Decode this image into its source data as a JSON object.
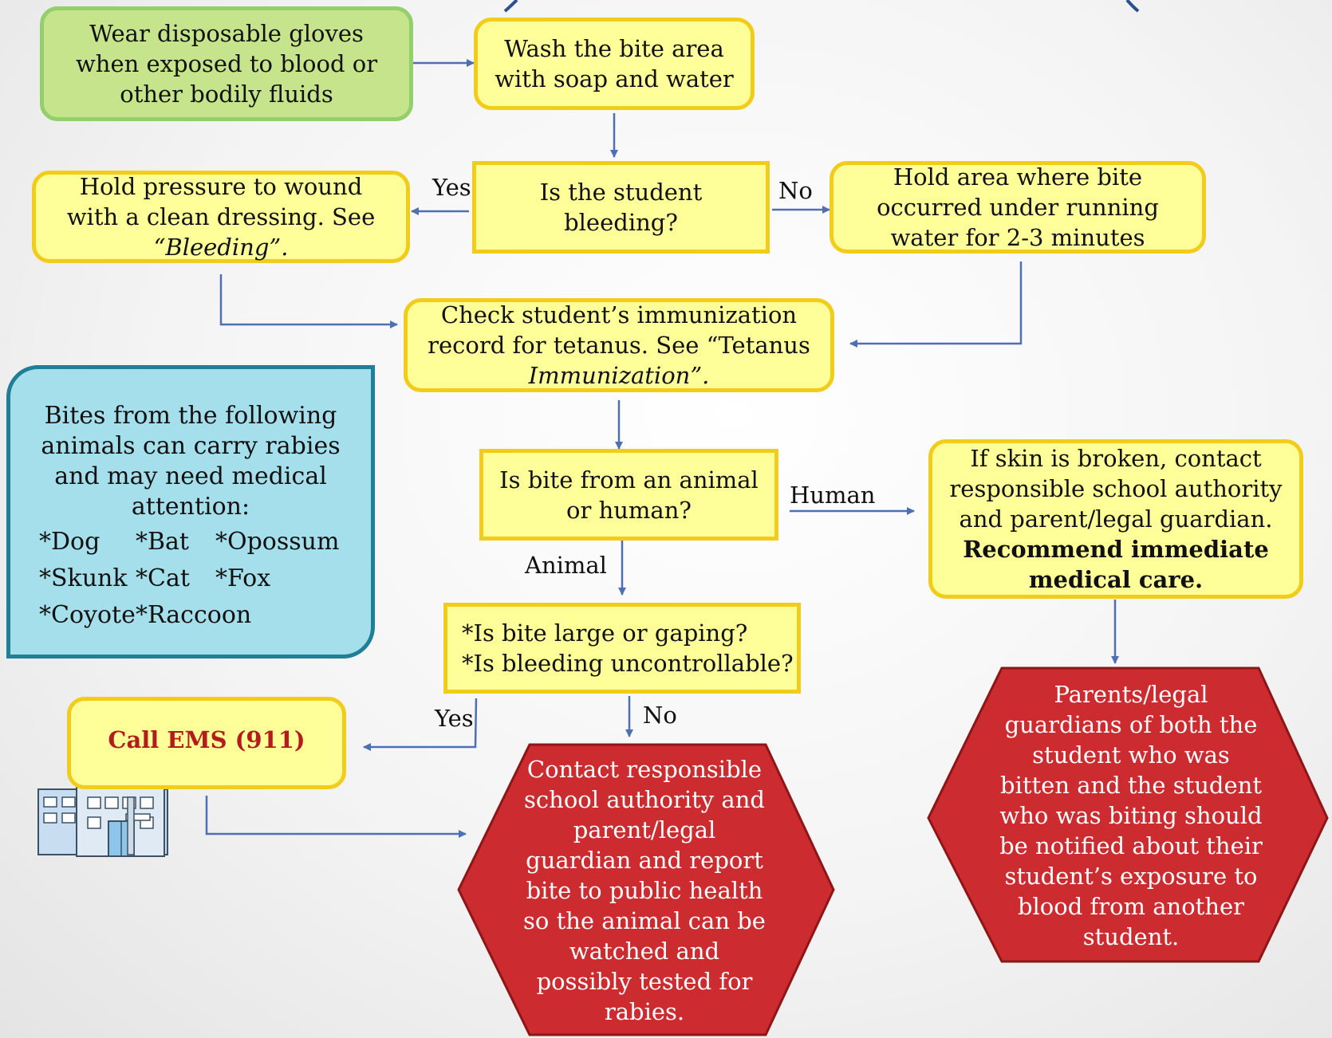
{
  "nodes": {
    "gloves": [
      "Wear disposable gloves",
      "when exposed to blood or",
      "other bodily fluids"
    ],
    "wash": [
      "Wash the bite area",
      "with soap and water"
    ],
    "bleeding_question": [
      "Is the student",
      "bleeding?"
    ],
    "pressure": [
      "Hold pressure to wound",
      "with a clean dressing.  See",
      "“Bleeding”."
    ],
    "running_water": [
      "Hold area where bite",
      "occurred under running",
      "water for 2-3 minutes"
    ],
    "immunization": [
      "Check student’s immunization",
      "record for tetanus.  See “Tetanus",
      "Immunization”."
    ],
    "animal_or_human": [
      "Is bite from an animal",
      "or human?"
    ],
    "human_action": [
      "If skin is broken, contact",
      "responsible school authority",
      "and parent/legal guardian.",
      "Recommend immediate",
      "medical care."
    ],
    "large_bite": [
      "*Is bite large or gaping?",
      "*Is bleeding uncontrollable?"
    ],
    "call_ems": "Call EMS (911)",
    "contact_report": [
      "Contact responsible",
      "school authority and",
      "parent/legal",
      "guardian and report",
      "bite to public health",
      "so the animal can be",
      "watched and",
      "possibly tested for",
      "rabies."
    ],
    "parents_notified": [
      "Parents/legal",
      "guardians of both the",
      "student who was",
      "bitten and the student",
      "who was biting should",
      "be notified about their",
      "student’s exposure to",
      "blood from another",
      "student."
    ]
  },
  "rabies_note": {
    "intro": [
      "Bites from the following",
      "animals can carry rabies",
      "and may need medical",
      "attention:"
    ],
    "animals": [
      "*Dog",
      "*Bat",
      "*Opossum",
      "*Skunk",
      "*Cat",
      "*Fox",
      "*Coyote",
      "*Raccoon"
    ]
  },
  "edge_labels": {
    "yes_1": "Yes",
    "no_1": "No",
    "human": "Human",
    "animal": "Animal",
    "yes_2": "Yes",
    "no_2": "No"
  },
  "icons": [
    "hospital-icon"
  ],
  "colors": {
    "yellow_fill": "#ffff99",
    "yellow_border": "#f2cc1a",
    "green_fill": "#c5e48c",
    "blue_fill": "#a5dfec",
    "blue_border": "#1f7f96",
    "red_fill": "#cc2b2f",
    "arrow": "#4f6fb3",
    "ems_text": "#b31c1c"
  }
}
